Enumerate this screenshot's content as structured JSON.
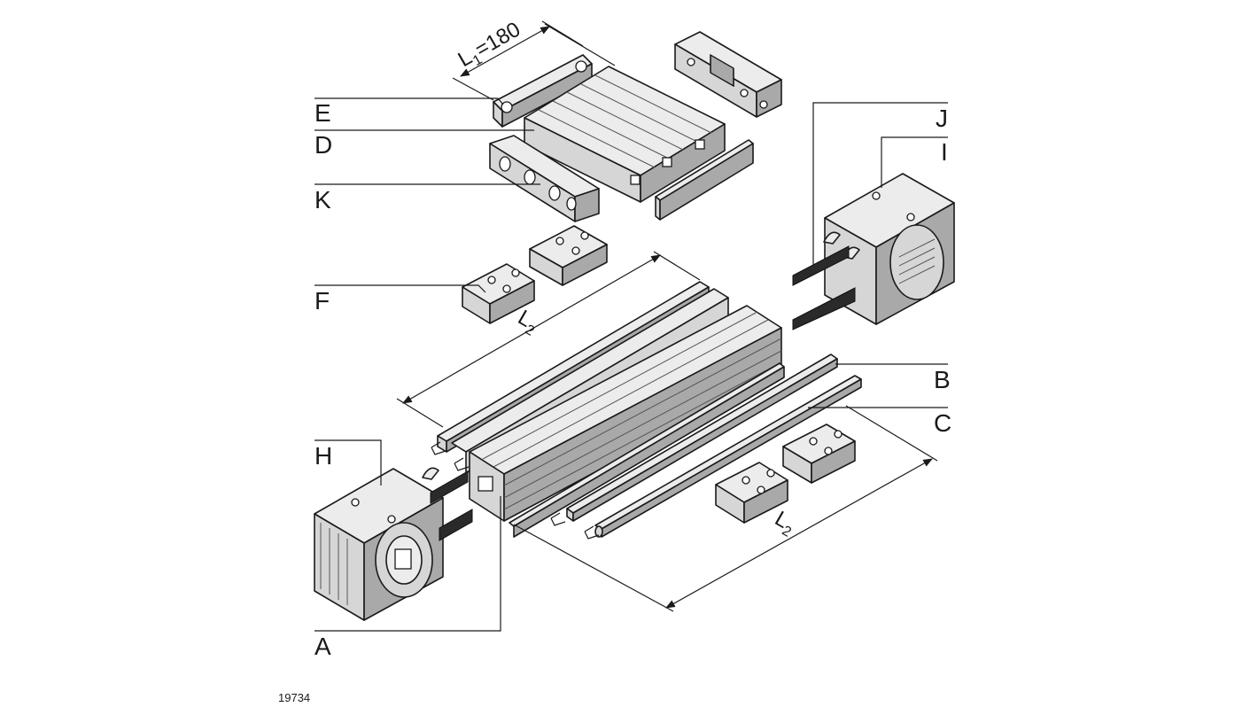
{
  "labels": {
    "A": "A",
    "B": "B",
    "C": "C",
    "D": "D",
    "E": "E",
    "F": "F",
    "H": "H",
    "I": "I",
    "J": "J",
    "K": "K"
  },
  "dimensions": {
    "l1_prefix": "L",
    "l1_sub": "1",
    "l1_value": "=180",
    "l2_prefix": "L",
    "l2_sub": "2"
  },
  "figure_number": "19734"
}
